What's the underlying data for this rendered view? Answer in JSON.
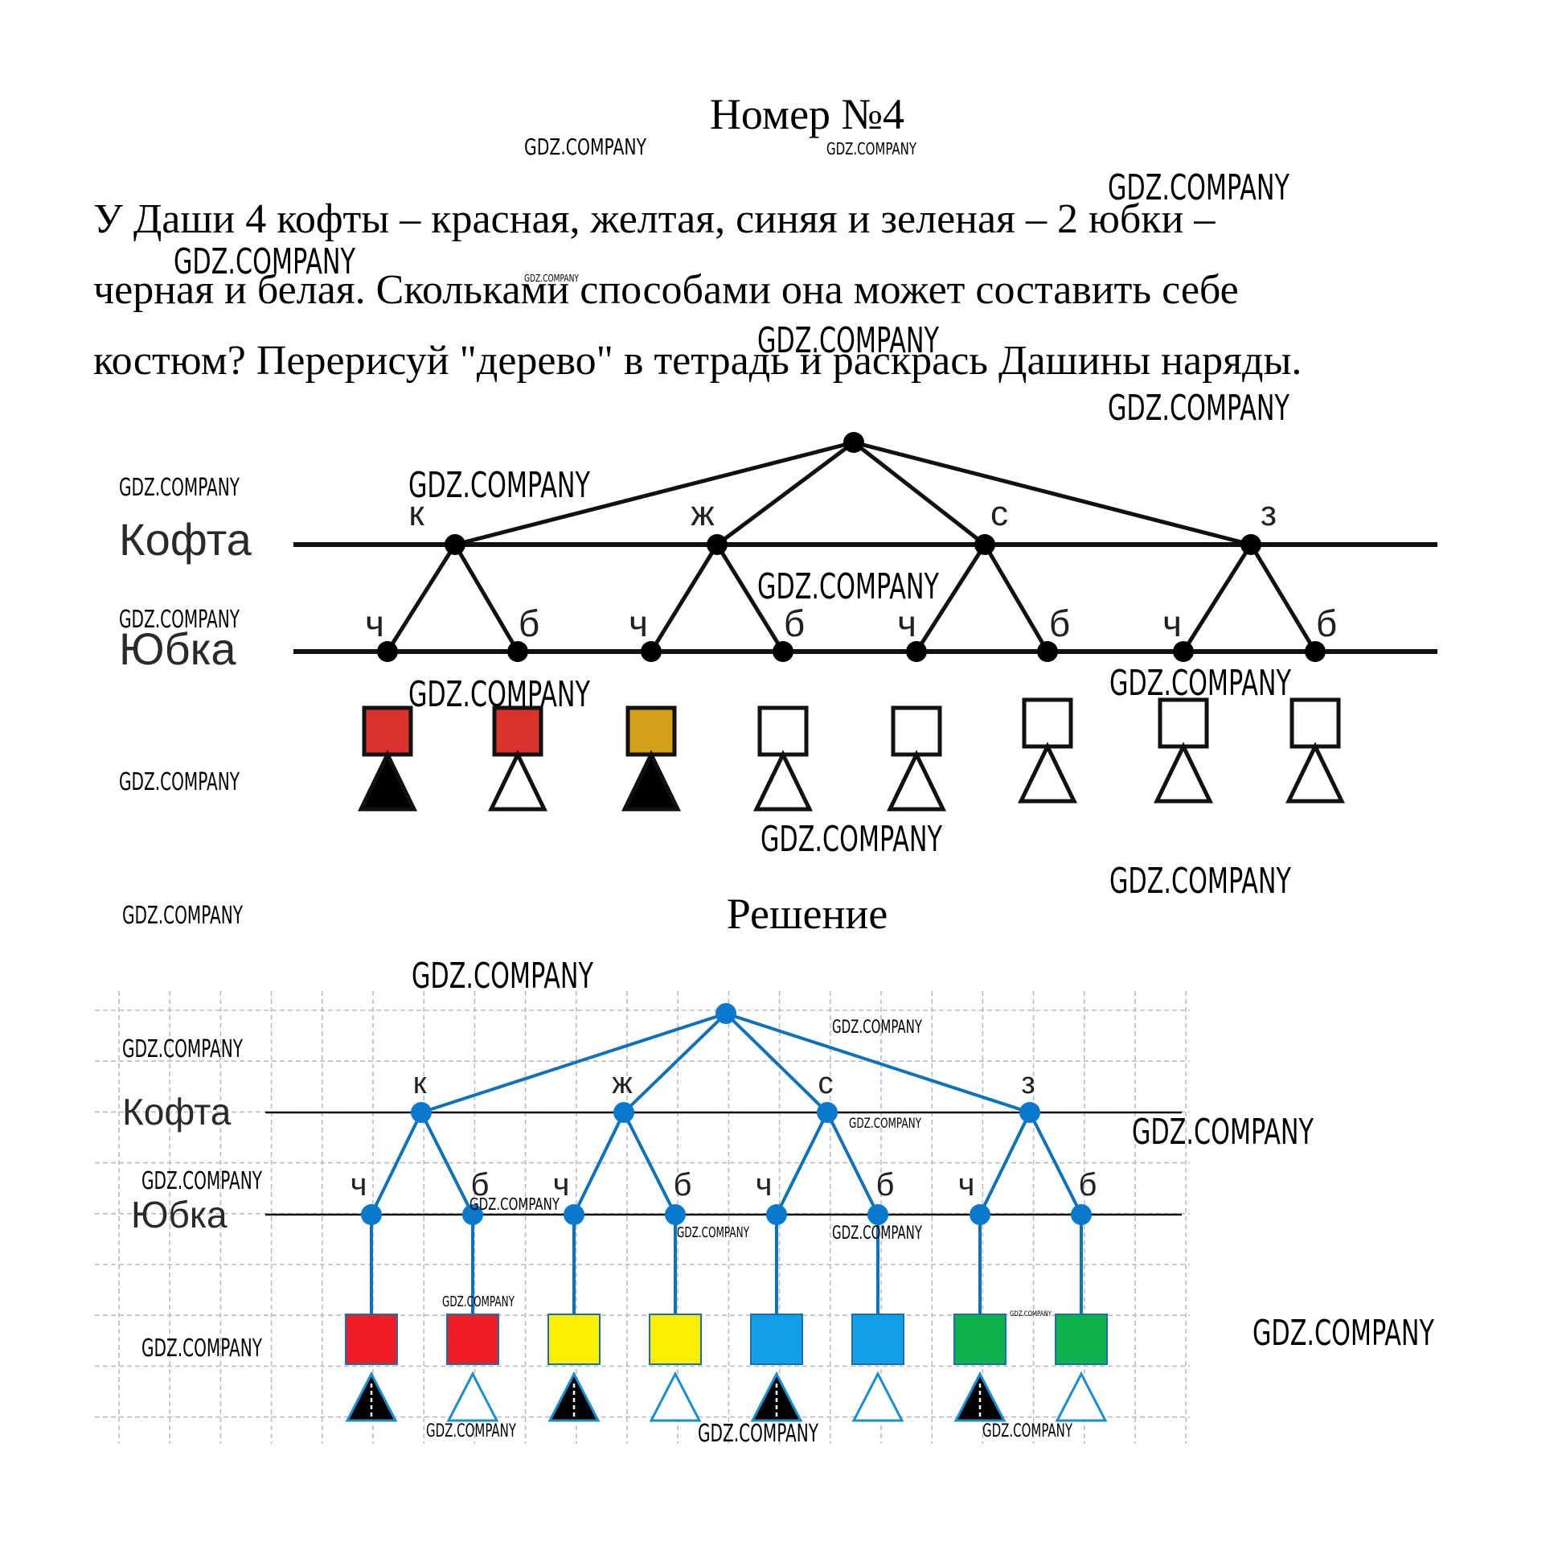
{
  "title": "Номер №4",
  "problem_lines": [
    "У Даши 4 кофты – красная, желтая, синяя и зеленая – 2 юбки –",
    "черная и белая. Скольками способами она может составить себе",
    "костюм? Перерисуй \"дерево\" в тетрадь и раскрась Дашины наряды."
  ],
  "solution_title": "Решение",
  "watermark": "GDZ.COMPANY",
  "row_labels": {
    "top": "Кофта",
    "bottom": "Юбка"
  },
  "blouse_letters": [
    "к",
    "ж",
    "с",
    "з"
  ],
  "skirt_letters": [
    "ч",
    "б",
    "ч",
    "б",
    "ч",
    "б",
    "ч",
    "б"
  ],
  "colors": {
    "edge": "#0d72b8",
    "node": "#0a78cc",
    "grid": "#bdbdbd"
  },
  "task_outfits": [
    {
      "top": "#d9332c",
      "skirt": "black"
    },
    {
      "top": "#d9332c",
      "skirt": "white"
    },
    {
      "top": "#d4a017",
      "skirt": "black"
    },
    {
      "top": "none",
      "skirt": "white"
    },
    {
      "top": "none",
      "skirt": "white"
    },
    {
      "top": "none",
      "skirt": "white"
    },
    {
      "top": "none",
      "skirt": "white"
    },
    {
      "top": "none",
      "skirt": "white"
    }
  ],
  "solution_outfits": [
    {
      "top": "#ee1c24",
      "skirt": "black"
    },
    {
      "top": "#ee1c24",
      "skirt": "white"
    },
    {
      "top": "#ffef00",
      "skirt": "black"
    },
    {
      "top": "#ffef00",
      "skirt": "white"
    },
    {
      "top": "#14a0e8",
      "skirt": "black"
    },
    {
      "top": "#14a0e8",
      "skirt": "white"
    },
    {
      "top": "#0db14b",
      "skirt": "black"
    },
    {
      "top": "#0db14b",
      "skirt": "white"
    }
  ]
}
